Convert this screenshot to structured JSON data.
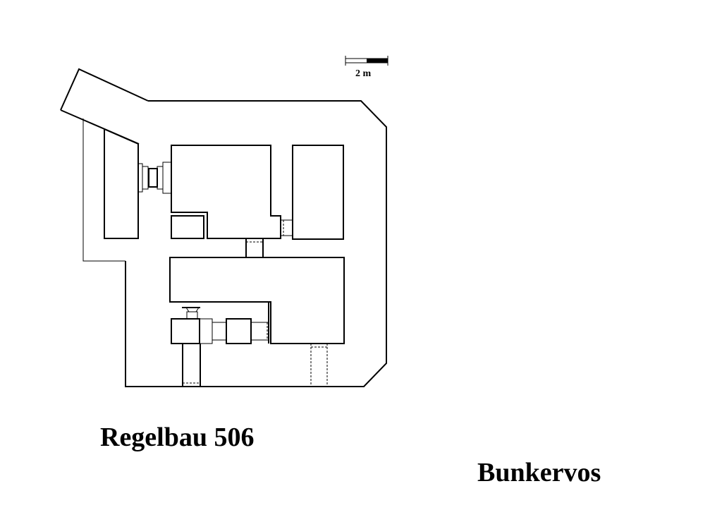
{
  "title": "Regelbau 506",
  "author": "Bunkervos",
  "scale_bar": {
    "label": "2 m"
  },
  "colors": {
    "line": "#000000",
    "background": "#ffffff"
  }
}
